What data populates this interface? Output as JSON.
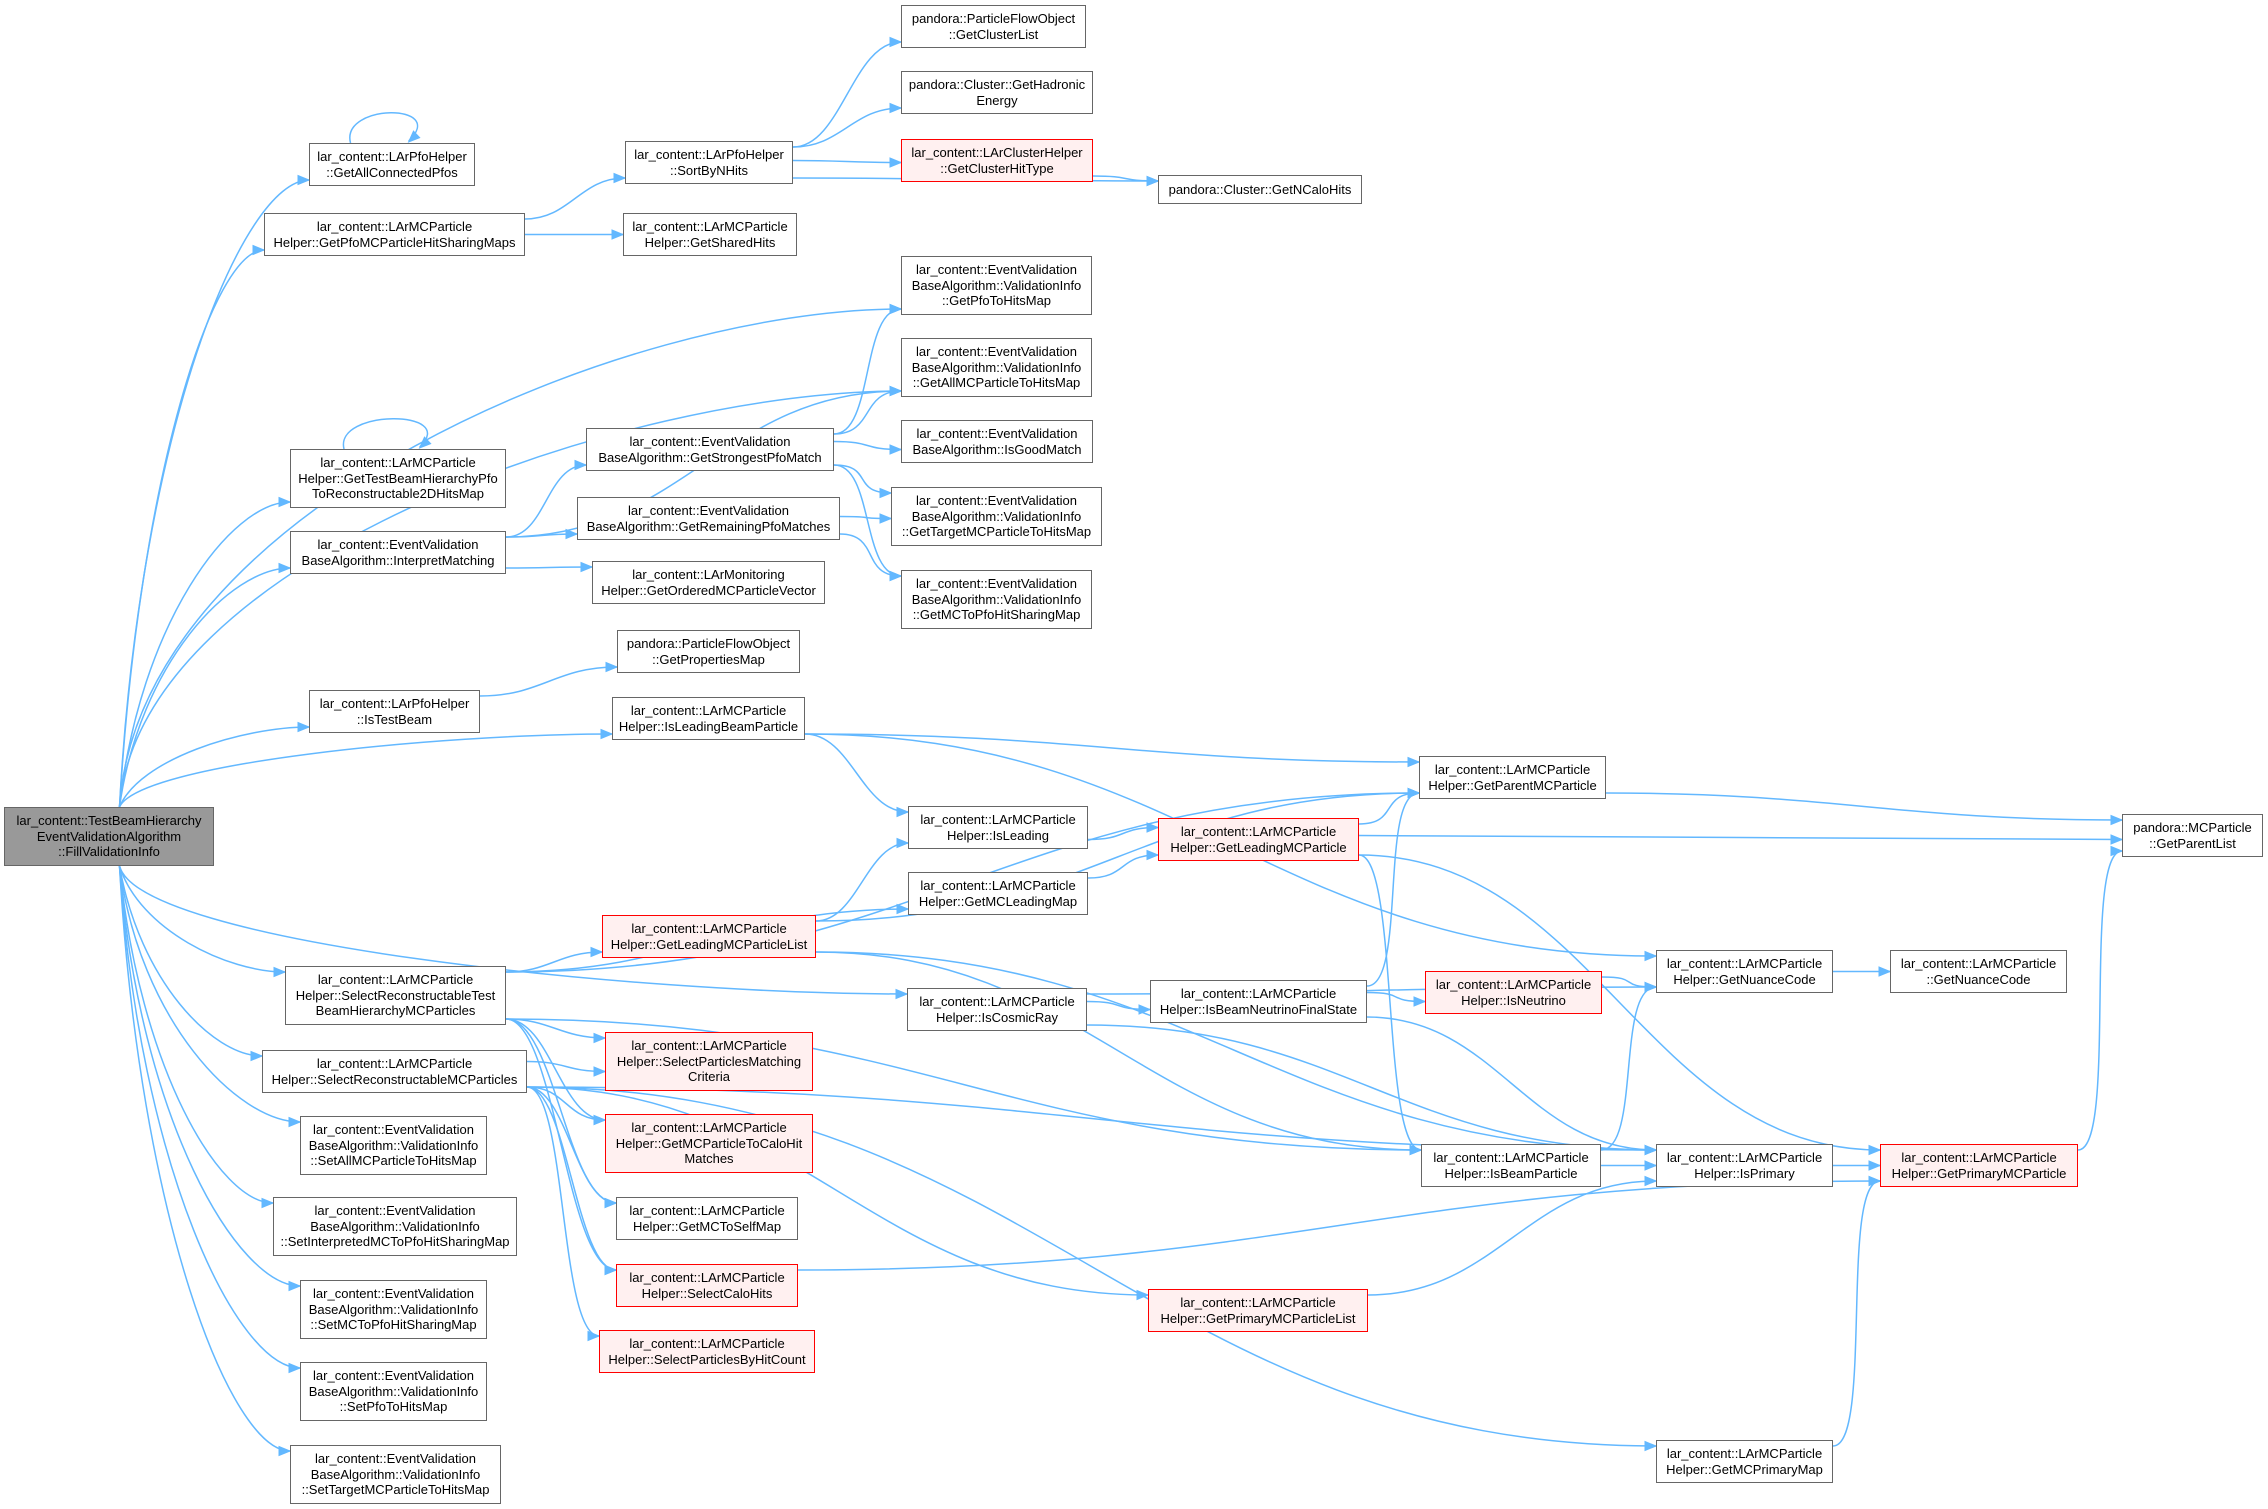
{
  "colors": {
    "edge": "#63b8ff",
    "node_border": "#666666",
    "node_fill": "#ffffff",
    "root_fill": "#999999",
    "truncated_border": "#ff0000",
    "truncated_fill": "#fff0f0"
  },
  "nodes": [
    {
      "id": "root",
      "lines": [
        "lar_content::TestBeamHierarchy",
        "EventValidationAlgorithm",
        "::FillValidationInfo"
      ],
      "kind": "root"
    },
    {
      "id": "getAllConnectedPfos",
      "lines": [
        "lar_content::LArPfoHelper",
        "::GetAllConnectedPfos"
      ],
      "kind": "normal"
    },
    {
      "id": "getPfoMCParticleHitSharingMaps",
      "lines": [
        "lar_content::LArMCParticle",
        "Helper::GetPfoMCParticleHitSharingMaps"
      ],
      "kind": "normal"
    },
    {
      "id": "sortByNHits",
      "lines": [
        "lar_content::LArPfoHelper",
        "::SortByNHits"
      ],
      "kind": "normal"
    },
    {
      "id": "getClusterList",
      "lines": [
        "pandora::ParticleFlowObject",
        "::GetClusterList"
      ],
      "kind": "normal"
    },
    {
      "id": "getHadronicEnergy",
      "lines": [
        "pandora::Cluster::GetHadronic",
        "Energy"
      ],
      "kind": "normal"
    },
    {
      "id": "getClusterHitType",
      "lines": [
        "lar_content::LArClusterHelper",
        "::GetClusterHitType"
      ],
      "kind": "red"
    },
    {
      "id": "getNCaloHits",
      "lines": [
        "pandora::Cluster::GetNCaloHits"
      ],
      "kind": "normal"
    },
    {
      "id": "getSharedHits",
      "lines": [
        "lar_content::LArMCParticle",
        "Helper::GetSharedHits"
      ],
      "kind": "normal"
    },
    {
      "id": "getPfoToHitsMap",
      "lines": [
        "lar_content::EventValidation",
        "BaseAlgorithm::ValidationInfo",
        "::GetPfoToHitsMap"
      ],
      "kind": "normal"
    },
    {
      "id": "getAllMCParticleToHitsMap",
      "lines": [
        "lar_content::EventValidation",
        "BaseAlgorithm::ValidationInfo",
        "::GetAllMCParticleToHitsMap"
      ],
      "kind": "normal"
    },
    {
      "id": "getTestBeamHierarchyPfo",
      "lines": [
        "lar_content::LArMCParticle",
        "Helper::GetTestBeamHierarchyPfo",
        "ToReconstructable2DHitsMap"
      ],
      "kind": "normal"
    },
    {
      "id": "getStrongestPfoMatch",
      "lines": [
        "lar_content::EventValidation",
        "BaseAlgorithm::GetStrongestPfoMatch"
      ],
      "kind": "normal"
    },
    {
      "id": "isGoodMatch",
      "lines": [
        "lar_content::EventValidation",
        "BaseAlgorithm::IsGoodMatch"
      ],
      "kind": "normal"
    },
    {
      "id": "interpretMatching",
      "lines": [
        "lar_content::EventValidation",
        "BaseAlgorithm::InterpretMatching"
      ],
      "kind": "normal"
    },
    {
      "id": "getRemainingPfoMatches",
      "lines": [
        "lar_content::EventValidation",
        "BaseAlgorithm::GetRemainingPfoMatches"
      ],
      "kind": "normal"
    },
    {
      "id": "getTargetMCParticleToHitsMap",
      "lines": [
        "lar_content::EventValidation",
        "BaseAlgorithm::ValidationInfo",
        "::GetTargetMCParticleToHitsMap"
      ],
      "kind": "normal"
    },
    {
      "id": "getOrderedMCParticleVector",
      "lines": [
        "lar_content::LArMonitoring",
        "Helper::GetOrderedMCParticleVector"
      ],
      "kind": "normal"
    },
    {
      "id": "getMCToPfoHitSharingMap",
      "lines": [
        "lar_content::EventValidation",
        "BaseAlgorithm::ValidationInfo",
        "::GetMCToPfoHitSharingMap"
      ],
      "kind": "normal"
    },
    {
      "id": "getPropertiesMap",
      "lines": [
        "pandora::ParticleFlowObject",
        "::GetPropertiesMap"
      ],
      "kind": "normal"
    },
    {
      "id": "isTestBeam",
      "lines": [
        "lar_content::LArPfoHelper",
        "::IsTestBeam"
      ],
      "kind": "normal"
    },
    {
      "id": "isLeadingBeamParticle",
      "lines": [
        "lar_content::LArMCParticle",
        "Helper::IsLeadingBeamParticle"
      ],
      "kind": "normal"
    },
    {
      "id": "getParentMCParticle",
      "lines": [
        "lar_content::LArMCParticle",
        "Helper::GetParentMCParticle"
      ],
      "kind": "normal"
    },
    {
      "id": "getParentList",
      "lines": [
        "pandora::MCParticle",
        "::GetParentList"
      ],
      "kind": "normal"
    },
    {
      "id": "isLeading",
      "lines": [
        "lar_content::LArMCParticle",
        "Helper::IsLeading"
      ],
      "kind": "normal"
    },
    {
      "id": "getLeadingMCParticle",
      "lines": [
        "lar_content::LArMCParticle",
        "Helper::GetLeadingMCParticle"
      ],
      "kind": "red"
    },
    {
      "id": "getMCLeadingMap",
      "lines": [
        "lar_content::LArMCParticle",
        "Helper::GetMCLeadingMap"
      ],
      "kind": "normal"
    },
    {
      "id": "getLeadingMCParticleList",
      "lines": [
        "lar_content::LArMCParticle",
        "Helper::GetLeadingMCParticleList"
      ],
      "kind": "red"
    },
    {
      "id": "selectReconstructableTestBeam",
      "lines": [
        "lar_content::LArMCParticle",
        "Helper::SelectReconstructableTest",
        "BeamHierarchyMCParticles"
      ],
      "kind": "normal"
    },
    {
      "id": "getNuanceCode",
      "lines": [
        "lar_content::LArMCParticle",
        "Helper::GetNuanceCode"
      ],
      "kind": "normal"
    },
    {
      "id": "getNuanceCodeTop",
      "lines": [
        "lar_content::LArMCParticle",
        "::GetNuanceCode"
      ],
      "kind": "normal"
    },
    {
      "id": "isCosmicRay",
      "lines": [
        "lar_content::LArMCParticle",
        "Helper::IsCosmicRay"
      ],
      "kind": "normal"
    },
    {
      "id": "isBeamNeutrinoFinalState",
      "lines": [
        "lar_content::LArMCParticle",
        "Helper::IsBeamNeutrinoFinalState"
      ],
      "kind": "normal"
    },
    {
      "id": "isNeutrino",
      "lines": [
        "lar_content::LArMCParticle",
        "Helper::IsNeutrino"
      ],
      "kind": "red"
    },
    {
      "id": "selectReconstructableMCParticles",
      "lines": [
        "lar_content::LArMCParticle",
        "Helper::SelectReconstructableMCParticles"
      ],
      "kind": "normal"
    },
    {
      "id": "selectParticlesMatchingCriteria",
      "lines": [
        "lar_content::LArMCParticle",
        "Helper::SelectParticlesMatching",
        "Criteria"
      ],
      "kind": "red"
    },
    {
      "id": "setAllMCParticleToHitsMap",
      "lines": [
        "lar_content::EventValidation",
        "BaseAlgorithm::ValidationInfo",
        "::SetAllMCParticleToHitsMap"
      ],
      "kind": "normal"
    },
    {
      "id": "getMCParticleToCaloHitMatches",
      "lines": [
        "lar_content::LArMCParticle",
        "Helper::GetMCParticleToCaloHit",
        "Matches"
      ],
      "kind": "red"
    },
    {
      "id": "isBeamParticle",
      "lines": [
        "lar_content::LArMCParticle",
        "Helper::IsBeamParticle"
      ],
      "kind": "normal"
    },
    {
      "id": "isPrimary",
      "lines": [
        "lar_content::LArMCParticle",
        "Helper::IsPrimary"
      ],
      "kind": "normal"
    },
    {
      "id": "getPrimaryMCParticle",
      "lines": [
        "lar_content::LArMCParticle",
        "Helper::GetPrimaryMCParticle"
      ],
      "kind": "red"
    },
    {
      "id": "setInterpretedMCToPfoHitSharingMap",
      "lines": [
        "lar_content::EventValidation",
        "BaseAlgorithm::ValidationInfo",
        "::SetInterpretedMCToPfoHitSharingMap"
      ],
      "kind": "normal"
    },
    {
      "id": "getMCToSelfMap",
      "lines": [
        "lar_content::LArMCParticle",
        "Helper::GetMCToSelfMap"
      ],
      "kind": "normal"
    },
    {
      "id": "selectCaloHits",
      "lines": [
        "lar_content::LArMCParticle",
        "Helper::SelectCaloHits"
      ],
      "kind": "red"
    },
    {
      "id": "getPrimaryMCParticleList",
      "lines": [
        "lar_content::LArMCParticle",
        "Helper::GetPrimaryMCParticleList"
      ],
      "kind": "red"
    },
    {
      "id": "setMCToPfoHitSharingMap",
      "lines": [
        "lar_content::EventValidation",
        "BaseAlgorithm::ValidationInfo",
        "::SetMCToPfoHitSharingMap"
      ],
      "kind": "normal"
    },
    {
      "id": "selectParticlesByHitCount",
      "lines": [
        "lar_content::LArMCParticle",
        "Helper::SelectParticlesByHitCount"
      ],
      "kind": "red"
    },
    {
      "id": "setPfoToHitsMap",
      "lines": [
        "lar_content::EventValidation",
        "BaseAlgorithm::ValidationInfo",
        "::SetPfoToHitsMap"
      ],
      "kind": "normal"
    },
    {
      "id": "getMCPrimaryMap",
      "lines": [
        "lar_content::LArMCParticle",
        "Helper::GetMCPrimaryMap"
      ],
      "kind": "normal"
    },
    {
      "id": "setTargetMCParticleToHitsMap",
      "lines": [
        "lar_content::EventValidation",
        "BaseAlgorithm::ValidationInfo",
        "::SetTargetMCParticleToHitsMap"
      ],
      "kind": "normal"
    }
  ],
  "edges": [
    {
      "from": "root",
      "to": "getAllConnectedPfos"
    },
    {
      "from": "getAllConnectedPfos",
      "to": "getAllConnectedPfos"
    },
    {
      "from": "root",
      "to": "getPfoMCParticleHitSharingMaps"
    },
    {
      "from": "getPfoMCParticleHitSharingMaps",
      "to": "sortByNHits"
    },
    {
      "from": "getPfoMCParticleHitSharingMaps",
      "to": "getSharedHits"
    },
    {
      "from": "sortByNHits",
      "to": "getClusterList"
    },
    {
      "from": "sortByNHits",
      "to": "getHadronicEnergy"
    },
    {
      "from": "sortByNHits",
      "to": "getClusterHitType"
    },
    {
      "from": "sortByNHits",
      "to": "getNCaloHits"
    },
    {
      "from": "getClusterHitType",
      "to": "getNCaloHits"
    },
    {
      "from": "root",
      "to": "getPfoToHitsMap"
    },
    {
      "from": "root",
      "to": "getAllMCParticleToHitsMap"
    },
    {
      "from": "root",
      "to": "getTestBeamHierarchyPfo"
    },
    {
      "from": "getTestBeamHierarchyPfo",
      "to": "getTestBeamHierarchyPfo"
    },
    {
      "from": "root",
      "to": "interpretMatching"
    },
    {
      "from": "interpretMatching",
      "to": "getAllMCParticleToHitsMap"
    },
    {
      "from": "interpretMatching",
      "to": "getStrongestPfoMatch"
    },
    {
      "from": "interpretMatching",
      "to": "getRemainingPfoMatches"
    },
    {
      "from": "interpretMatching",
      "to": "getOrderedMCParticleVector"
    },
    {
      "from": "getStrongestPfoMatch",
      "to": "getPfoToHitsMap"
    },
    {
      "from": "getStrongestPfoMatch",
      "to": "getAllMCParticleToHitsMap"
    },
    {
      "from": "getStrongestPfoMatch",
      "to": "isGoodMatch"
    },
    {
      "from": "getStrongestPfoMatch",
      "to": "getTargetMCParticleToHitsMap"
    },
    {
      "from": "getStrongestPfoMatch",
      "to": "getMCToPfoHitSharingMap"
    },
    {
      "from": "getRemainingPfoMatches",
      "to": "getTargetMCParticleToHitsMap"
    },
    {
      "from": "getRemainingPfoMatches",
      "to": "getMCToPfoHitSharingMap"
    },
    {
      "from": "root",
      "to": "isTestBeam"
    },
    {
      "from": "isTestBeam",
      "to": "getPropertiesMap"
    },
    {
      "from": "root",
      "to": "isLeadingBeamParticle"
    },
    {
      "from": "isLeadingBeamParticle",
      "to": "getParentMCParticle"
    },
    {
      "from": "isLeadingBeamParticle",
      "to": "isLeading"
    },
    {
      "from": "isLeadingBeamParticle",
      "to": "getNuanceCode"
    },
    {
      "from": "getParentMCParticle",
      "to": "getParentList"
    },
    {
      "from": "isLeading",
      "to": "getLeadingMCParticle"
    },
    {
      "from": "getLeadingMCParticle",
      "to": "getParentMCParticle"
    },
    {
      "from": "getLeadingMCParticle",
      "to": "getParentList"
    },
    {
      "from": "getLeadingMCParticle",
      "to": "isBeamParticle"
    },
    {
      "from": "getLeadingMCParticle",
      "to": "getPrimaryMCParticle"
    },
    {
      "from": "getMCLeadingMap",
      "to": "getLeadingMCParticle"
    },
    {
      "from": "root",
      "to": "isCosmicRay"
    },
    {
      "from": "root",
      "to": "selectReconstructableTestBeam"
    },
    {
      "from": "root",
      "to": "selectReconstructableMCParticles"
    },
    {
      "from": "root",
      "to": "setAllMCParticleToHitsMap"
    },
    {
      "from": "root",
      "to": "setInterpretedMCToPfoHitSharingMap"
    },
    {
      "from": "root",
      "to": "setMCToPfoHitSharingMap"
    },
    {
      "from": "root",
      "to": "setPfoToHitsMap"
    },
    {
      "from": "root",
      "to": "setTargetMCParticleToHitsMap"
    },
    {
      "from": "selectReconstructableTestBeam",
      "to": "getParentMCParticle"
    },
    {
      "from": "selectReconstructableTestBeam",
      "to": "getMCLeadingMap"
    },
    {
      "from": "selectReconstructableTestBeam",
      "to": "getLeadingMCParticleList"
    },
    {
      "from": "selectReconstructableTestBeam",
      "to": "selectParticlesMatchingCriteria"
    },
    {
      "from": "selectReconstructableTestBeam",
      "to": "getMCParticleToCaloHitMatches"
    },
    {
      "from": "selectReconstructableTestBeam",
      "to": "getMCToSelfMap"
    },
    {
      "from": "selectReconstructableTestBeam",
      "to": "selectCaloHits"
    },
    {
      "from": "selectReconstructableTestBeam",
      "to": "isBeamParticle"
    },
    {
      "from": "getLeadingMCParticleList",
      "to": "isLeading"
    },
    {
      "from": "getLeadingMCParticleList",
      "to": "getParentMCParticle"
    },
    {
      "from": "getLeadingMCParticleList",
      "to": "isBeamParticle"
    },
    {
      "from": "getLeadingMCParticleList",
      "to": "isPrimary"
    },
    {
      "from": "isCosmicRay",
      "to": "getNuanceCode"
    },
    {
      "from": "isCosmicRay",
      "to": "isBeamNeutrinoFinalState"
    },
    {
      "from": "isCosmicRay",
      "to": "isPrimary"
    },
    {
      "from": "isBeamNeutrinoFinalState",
      "to": "getParentMCParticle"
    },
    {
      "from": "isBeamNeutrinoFinalState",
      "to": "isNeutrino"
    },
    {
      "from": "isBeamNeutrinoFinalState",
      "to": "isPrimary"
    },
    {
      "from": "isNeutrino",
      "to": "getNuanceCode"
    },
    {
      "from": "getNuanceCode",
      "to": "getNuanceCodeTop"
    },
    {
      "from": "isBeamParticle",
      "to": "getNuanceCode"
    },
    {
      "from": "isBeamParticle",
      "to": "isPrimary"
    },
    {
      "from": "isPrimary",
      "to": "getPrimaryMCParticle"
    },
    {
      "from": "getPrimaryMCParticle",
      "to": "getParentList"
    },
    {
      "from": "selectReconstructableMCParticles",
      "to": "selectParticlesMatchingCriteria"
    },
    {
      "from": "selectReconstructableMCParticles",
      "to": "getMCParticleToCaloHitMatches"
    },
    {
      "from": "selectReconstructableMCParticles",
      "to": "getMCToSelfMap"
    },
    {
      "from": "selectReconstructableMCParticles",
      "to": "selectCaloHits"
    },
    {
      "from": "selectReconstructableMCParticles",
      "to": "selectParticlesByHitCount"
    },
    {
      "from": "selectReconstructableMCParticles",
      "to": "getPrimaryMCParticleList"
    },
    {
      "from": "selectReconstructableMCParticles",
      "to": "getMCPrimaryMap"
    },
    {
      "from": "selectReconstructableMCParticles",
      "to": "isPrimary"
    },
    {
      "from": "selectCaloHits",
      "to": "getPrimaryMCParticle"
    },
    {
      "from": "getPrimaryMCParticleList",
      "to": "isPrimary"
    },
    {
      "from": "getMCPrimaryMap",
      "to": "getPrimaryMCParticle"
    }
  ]
}
